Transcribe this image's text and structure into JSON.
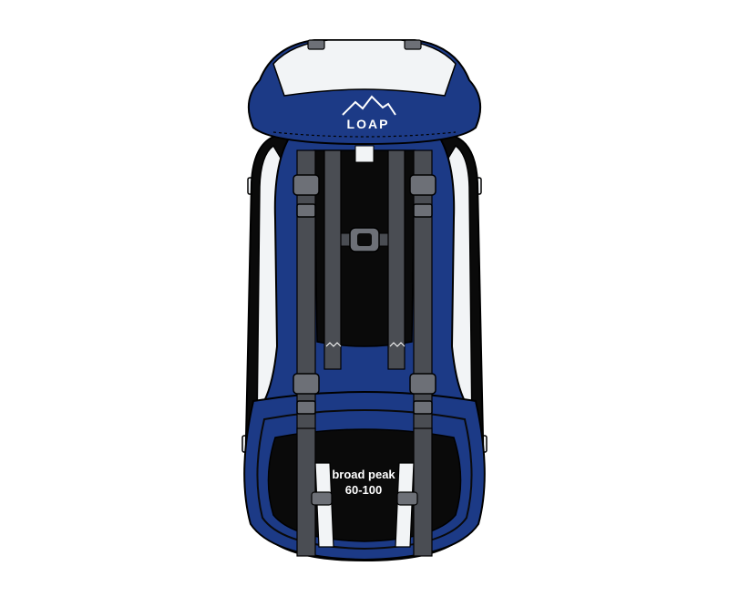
{
  "product": {
    "brand": "LOAP",
    "model_line1": "broad peak",
    "model_line2": "60-100"
  },
  "colors": {
    "primary_blue": "#1c3a86",
    "dark_blue": "#14285f",
    "panel_white": "#f2f4f6",
    "black": "#0a0a0a",
    "strap_grey": "#4a4d53",
    "buckle_grey": "#6d7077",
    "outline": "#000000"
  }
}
